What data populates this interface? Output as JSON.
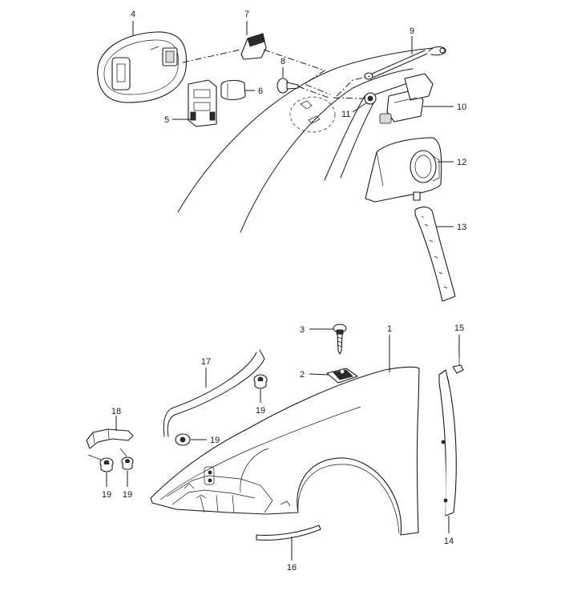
{
  "callouts": {
    "c1": "1",
    "c2": "2",
    "c3": "3",
    "c4": "4",
    "c5": "5",
    "c6": "6",
    "c7": "7",
    "c8": "8",
    "c9": "9",
    "c10": "10",
    "c11": "11",
    "c12": "12",
    "c13": "13",
    "c14": "14",
    "c15": "15",
    "c16": "16",
    "c17": "17",
    "c18": "18",
    "c19a": "19",
    "c19b": "19",
    "c19c": "19",
    "c19d": "19"
  }
}
